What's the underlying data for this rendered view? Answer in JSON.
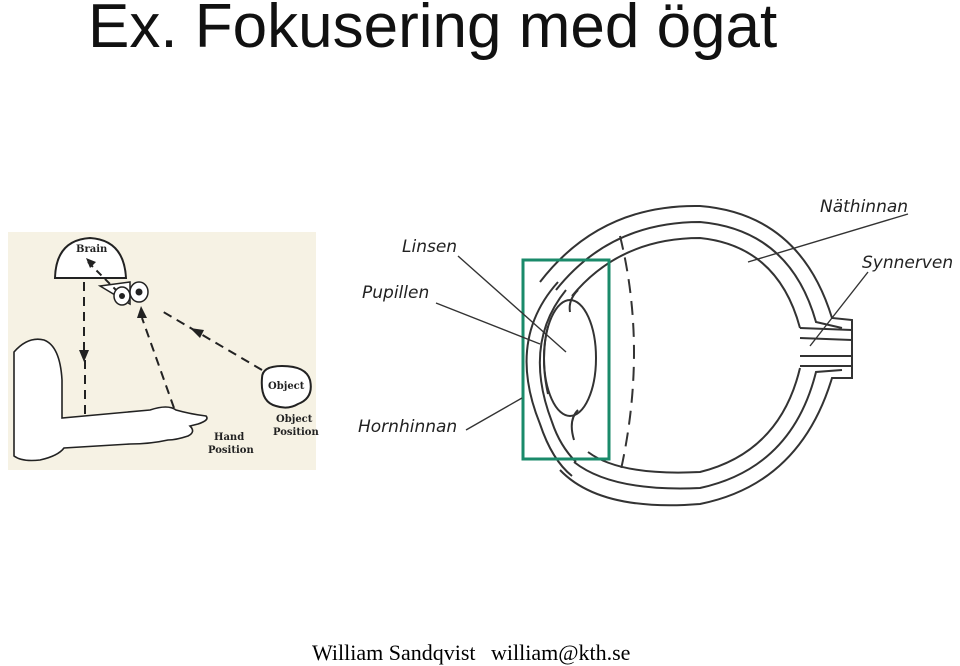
{
  "slide": {
    "title": "Ex. Fokusering med ögat",
    "footer": {
      "author": "William Sandqvist",
      "email": "william@kth.se"
    }
  },
  "left_figure": {
    "labels": {
      "brain": "Brain",
      "object": "Object",
      "object_position_1": "Object",
      "object_position_2": "Position",
      "hand_position_1": "Hand",
      "hand_position_2": "Position"
    }
  },
  "eye_figure": {
    "labels": {
      "retina": "Näthinnan",
      "lens": "Linsen",
      "optic_nerve": "Synnerven",
      "pupil": "Pupillen",
      "cornea": "Hornhinnan"
    },
    "highlight_color": "#1a8a6a"
  }
}
